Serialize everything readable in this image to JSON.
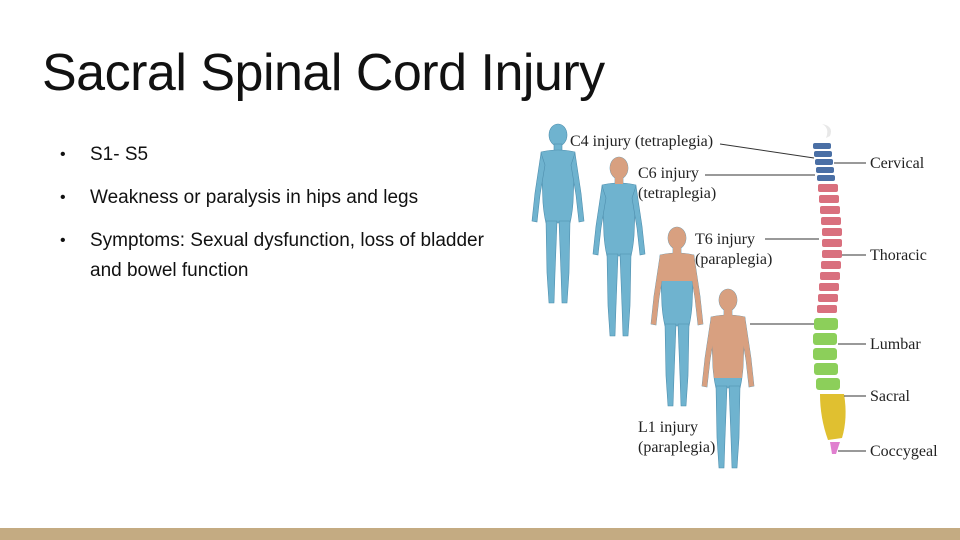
{
  "slide": {
    "title": "Sacral Spinal Cord Injury",
    "bullets": [
      "S1- S5",
      "Weakness or paralysis in hips and legs",
      "Symptoms: Sexual dysfunction, loss of bladder and bowel function"
    ]
  },
  "figure": {
    "injury_labels": {
      "c4": "C4 injury (tetraplegia)",
      "c6_line1": "C6 injury",
      "c6_line2": "(tetraplegia)",
      "t6_line1": "T6 injury",
      "t6_line2": "(paraplegia)",
      "l1_line1": "L1 injury",
      "l1_line2": "(paraplegia)"
    },
    "spine_regions": {
      "cervical": "Cervical",
      "thoracic": "Thoracic",
      "lumbar": "Lumbar",
      "sacral": "Sacral",
      "coccygeal": "Coccygeal"
    },
    "colors": {
      "paralysis": "#6fb3cf",
      "skin": "#d8a080",
      "cervical": "#4a6fa5",
      "thoracic": "#d9707e",
      "lumbar": "#8ccf5a",
      "sacral": "#e0c030",
      "coccygeal": "#e07fcf",
      "footer": "#c4ab82"
    }
  }
}
